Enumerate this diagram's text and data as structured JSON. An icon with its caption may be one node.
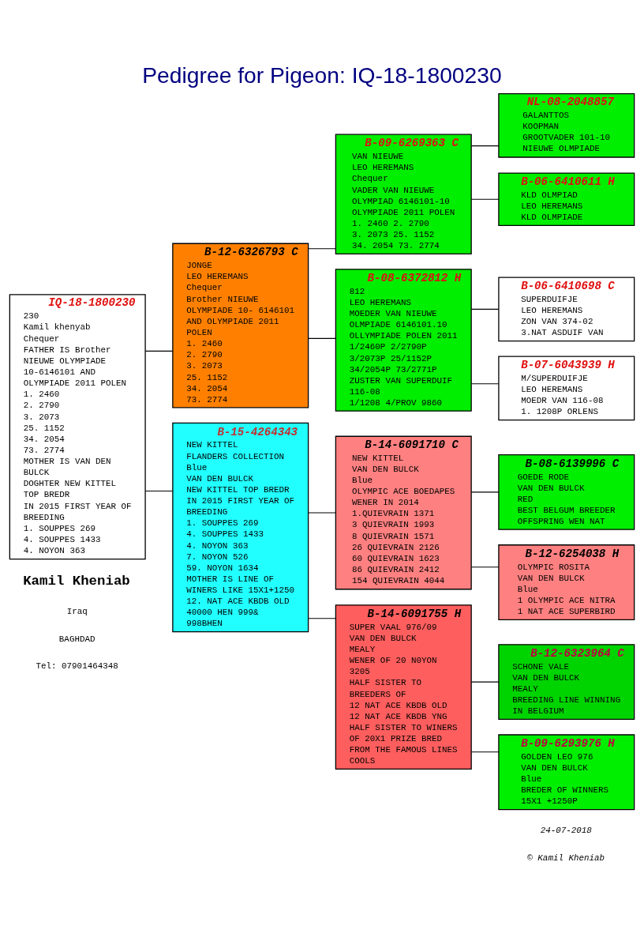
{
  "diagram": {
    "title": "Pedigree for Pigeon: IQ-18-1800230",
    "nodes": [
      {
        "text": [
          "IQ-18-1800230",
          "230",
          "Kamil khenyab",
          "Chequer",
          "FATHER IS Brother NIEUWE OLYMPIADE 10-6146101 AND OLYMPIADE 2011 POLEN",
          "1. 2460",
          "2. 2790",
          "3. 2073",
          "25. 1152",
          "34. 2054",
          "73. 2774",
          "MOTHER IS VAN DEN BULCK",
          "DOGHTER NEW KITTEL TOP BREDR",
          "IN 2015 FIRST YEAR OF BREEDING",
          "1. SOUPPES 269",
          "4. SOUPPES 1433",
          "4. NOYON 363"
        ]
      },
      {
        "text": [
          "B-12-6326793 C",
          "JONGE",
          "LEO HEREMANS",
          "Chequer",
          "Brother NIEUWE OLYMPIADE 10- 6146101 AND OLYMPIADE 2011 POLEN",
          "1. 2460",
          "2. 2790",
          "3. 2073",
          "25. 1152",
          "34. 2054",
          "73. 2774"
        ]
      },
      {
        "text": [
          "B-15-4264343",
          "NEW KITTEL",
          "FLANDERS COLLECTION",
          "Blue",
          "VAN DEN BULCK",
          "NEW KITTEL TOP BREDR",
          "IN 2015 FIRST YEAR OF BREEDING",
          "1. SOUPPES 269",
          "4. SOUPPES 1433",
          "4. NOYON 363",
          "7. NOYON 526",
          "59. NOYON 1634",
          "MOTHER IS LINE OF WINERS LIKE 15X1+1250",
          "12. NAT ACE KBDB OLD 40000 HEN 999& 998BHEN"
        ]
      },
      {
        "text": [
          "B-09-6269363 C",
          "VAN NIEUWE",
          "LEO HEREMANS",
          "Chequer",
          "VADER VAN NIEUWE OLYMPIAD 6146101-10 OLYMPIADE 2011 POLEN",
          "1. 2460 2. 2790",
          "3. 2073 25. 1152",
          "34. 2054 73. 2774"
        ]
      },
      {
        "text": [
          "B-08-6372812 H",
          "812",
          "LEO HEREMANS",
          "MOEDER VAN NIEUWE OLMPIADE 6146101.10 OLLYMPIADE POLEN 2011",
          "1/2460P 2/2790P",
          "3/2073P 25/1152P",
          "34/2054P 73/2771P",
          "ZUSTER VAN SUPERDUIF 116-08",
          "1/1208 4/PROV 9860"
        ]
      },
      {
        "text": [
          "B-14-6091710 C",
          "NEW KITTEL",
          "VAN DEN BULCK",
          "Blue",
          "OLYMPIC ACE BOEDAPES",
          "WENER IN 2014",
          "1.QUIEVRAIN 1371",
          "3 QUIEVRAIN 1993",
          "8 QUIEVRAIN 1571",
          "26 QUIEVRAIN 2126",
          "60 QUIEVRAIN 1623",
          "86 QUIEVRAIN 2412",
          "154 QUIEVRAIN 4044"
        ]
      },
      {
        "text": [
          "B-14-6091755 H",
          "SUPER VAAL 976/09",
          "VAN DEN BULCK",
          "MEALY",
          "WENER OF 20 N0YON 3205",
          "HALF SISTER TO BREEDERS OF",
          "12 NAT ACE KBDB OLD",
          "12 NAT ACE KBDB YNG",
          "HALF SISTER TO WINERS OF 20X1 PRIZE BRED FROM THE FAMOUS LINES COOLS"
        ]
      },
      {
        "text": [
          "NL-08-2048857",
          "GALANTTOS",
          "KOOPMAN",
          "GROOTVADER 101-10 NIEUWE OLMPIADE"
        ]
      },
      {
        "text": [
          "B-06-6410611 H",
          "KLD OLMPIAD",
          "LEO HEREMANS",
          "KLD OLMPIADE"
        ]
      },
      {
        "text": [
          "B-06-6410698 C",
          "SUPERDUIFJE",
          "LEO HEREMANS",
          "ZON VAN 374-02",
          "3.NAT ASDUIF VAN"
        ]
      },
      {
        "text": [
          "B-07-6043939 H",
          "M/SUPERDUIFJE",
          "LEO HEREMANS",
          "MOEDR VAN 116-08",
          "1. 1208P ORLENS"
        ]
      },
      {
        "text": [
          "B-08-6139996 C",
          "GOEDE RODE",
          "VAN DEN BULCK",
          "RED",
          "BEST BELGUM BREEDER",
          "OFFSPRING WEN NAT"
        ]
      },
      {
        "text": [
          "B-12-6254038 H",
          "OLYMPIC ROSITA",
          "VAN DEN BULCK",
          "Blue",
          "1 OLYMPIC ACE NITRA",
          "1 NAT ACE SUPERBIRD"
        ]
      },
      {
        "text": [
          "B-12-6323964 C",
          "SCHONE VALE",
          "VAN DEN BULCK",
          "MEALY",
          "BREEDING LINE WINNING IN BELGIUM"
        ]
      },
      {
        "text": [
          "B-09-6293976 H",
          "GOLDEN LEO 976",
          "VAN DEN BULCK",
          "Blue",
          "BREDER OF WINNERS 15X1 +1250P"
        ]
      }
    ],
    "edges": [
      {
        "from": 0,
        "to": 1,
        "arrow": "none"
      },
      {
        "from": 0,
        "to": 2,
        "arrow": "none"
      },
      {
        "from": 1,
        "to": 3,
        "arrow": "none"
      },
      {
        "from": 1,
        "to": 4,
        "arrow": "none"
      },
      {
        "from": 2,
        "to": 5,
        "arrow": "none"
      },
      {
        "from": 2,
        "to": 6,
        "arrow": "none"
      },
      {
        "from": 3,
        "to": 7,
        "arrow": "none"
      },
      {
        "from": 3,
        "to": 8,
        "arrow": "none"
      },
      {
        "from": 4,
        "to": 9,
        "arrow": "none"
      },
      {
        "from": 4,
        "to": 10,
        "arrow": "none"
      },
      {
        "from": 5,
        "to": 11,
        "arrow": "none"
      },
      {
        "from": 5,
        "to": 12,
        "arrow": "none"
      },
      {
        "from": 6,
        "to": 13,
        "arrow": "none"
      },
      {
        "from": 6,
        "to": 14,
        "arrow": "none"
      }
    ],
    "labels": [
      "Kamil Kheniab",
      "Iraq",
      "BAGHDAD",
      "Tel: 07901464348",
      "24-07-2018",
      "© Kamil Kheniab"
    ]
  }
}
